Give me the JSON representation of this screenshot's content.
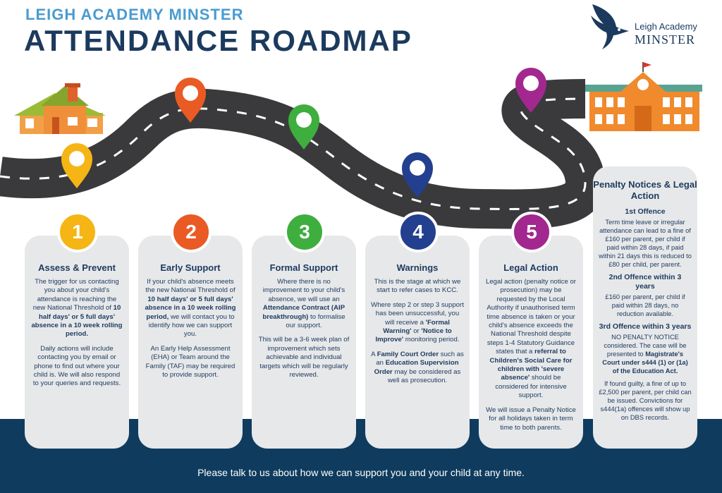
{
  "header": {
    "subtitle": "LEIGH ACADEMY MINSTER",
    "title": "ATTENDANCE ROADMAP"
  },
  "logo": {
    "line1": "Leigh Academy",
    "line2": "MINSTER",
    "icon": "eagle-icon"
  },
  "colors": {
    "navy": "#1c3a5e",
    "band": "#0f3c5e",
    "step1": "#f5b514",
    "step2": "#ea5a24",
    "step3": "#3eae3f",
    "step4": "#233f8f",
    "step5": "#a2288f"
  },
  "steps": [
    {
      "number": "1",
      "title": "Assess & Prevent",
      "p1": [
        "The trigger for us contacting you about your child's attendance is reaching the new National Threshold of ",
        "10 half days' or 5 full days' absence in a 10 week rolling period."
      ],
      "p2": "Daily actions will include contacting you by email or phone to find out where your child is. We will also respond to your queries and requests."
    },
    {
      "number": "2",
      "title": "Early Support",
      "p1": [
        "If your child's absence meets the new National Threshold of ",
        "10 half days' or 5 full days' absence in a 10 week rolling period,",
        " we will contact you to identify how we can support you."
      ],
      "p2": "An Early Help Assessment (EHA) or Team around the Family (TAF) may be required to provide support."
    },
    {
      "number": "3",
      "title": "Formal Support",
      "p1": [
        "Where there is no improvement to your child's absence, we will use an ",
        "Attendance Contract (AIP breakthrough)",
        " to formalise our support."
      ],
      "p2": "This will be a 3-6 week plan of improvement which sets achievable and individual targets which will be regularly reviewed."
    },
    {
      "number": "4",
      "title": "Warnings",
      "p1": "This is the stage at which we start to refer cases to KCC.",
      "p2": [
        "Where step 2 or step 3 support has been unsuccessful, you will receive a ",
        "'Formal Warning'",
        " or ",
        "'Notice to Improve'",
        " monitoring period."
      ],
      "p3": [
        "A ",
        "Family Court Order",
        " such as an ",
        "Education Supervision Order",
        " may be considered as well as prosecution."
      ]
    },
    {
      "number": "5",
      "title": "Legal Action",
      "p1": [
        "Legal action (penalty notice or prosecution) may be requested by the Local Authority if unauthorised term time absence is taken or your child's absence exceeds the National Threshold despite steps 1-4 Statutory Guidance states that a ",
        "referral to Children's Social Care for children with 'severe absence'",
        " should be considered for intensive support."
      ],
      "p2": "We will issue a Penalty Notice for all holidays taken in term time to both parents."
    }
  ],
  "penalty": {
    "title": "Penalty Notices & Legal Action",
    "o1_title": "1st Offence",
    "o1_text": "Term time leave or irregular attendance can lead to a fine of £160 per parent, per child if paid within 28 days, if paid within 21 days this is reduced to £80 per child, per parent.",
    "o2_title": "2nd Offence within 3 years",
    "o2_text": "£160 per parent, per child if paid within 28 days, no reduction available.",
    "o3_title": "3rd Offence within 3 years",
    "o3_a": "NO PENALTY NOTICE considered. The case will be presented to ",
    "o3_b": "Magistrate's Court under s444 (1) or (1a) of the Education Act.",
    "o3_c": "If found guilty, a fine of up to £2,500 per parent, per child can be issued. Convictions for s444(1a) offences will show up on DBS records."
  },
  "footer": "Please talk to us about how we can support you and your child at any time."
}
